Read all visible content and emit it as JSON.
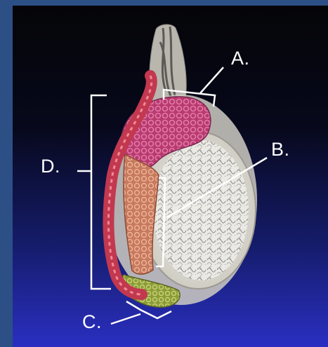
{
  "labels": {
    "a": "A.",
    "b": "B.",
    "c": "C.",
    "d": "D."
  },
  "colors": {
    "background_top": "#050508",
    "background_bottom": "#2a2fc2",
    "frame": "#2c4f86",
    "testis_body": "#e8e6e0",
    "testis_lobules": "#9c9c9c",
    "capsule": "#c9c6be",
    "ductus_deferens": "#d9506a",
    "epididymis_head": "#d24a8c",
    "epididymis_body": "#d98a6a",
    "epididymis_tail": "#a9b34a",
    "leader_line": "#ffffff"
  }
}
